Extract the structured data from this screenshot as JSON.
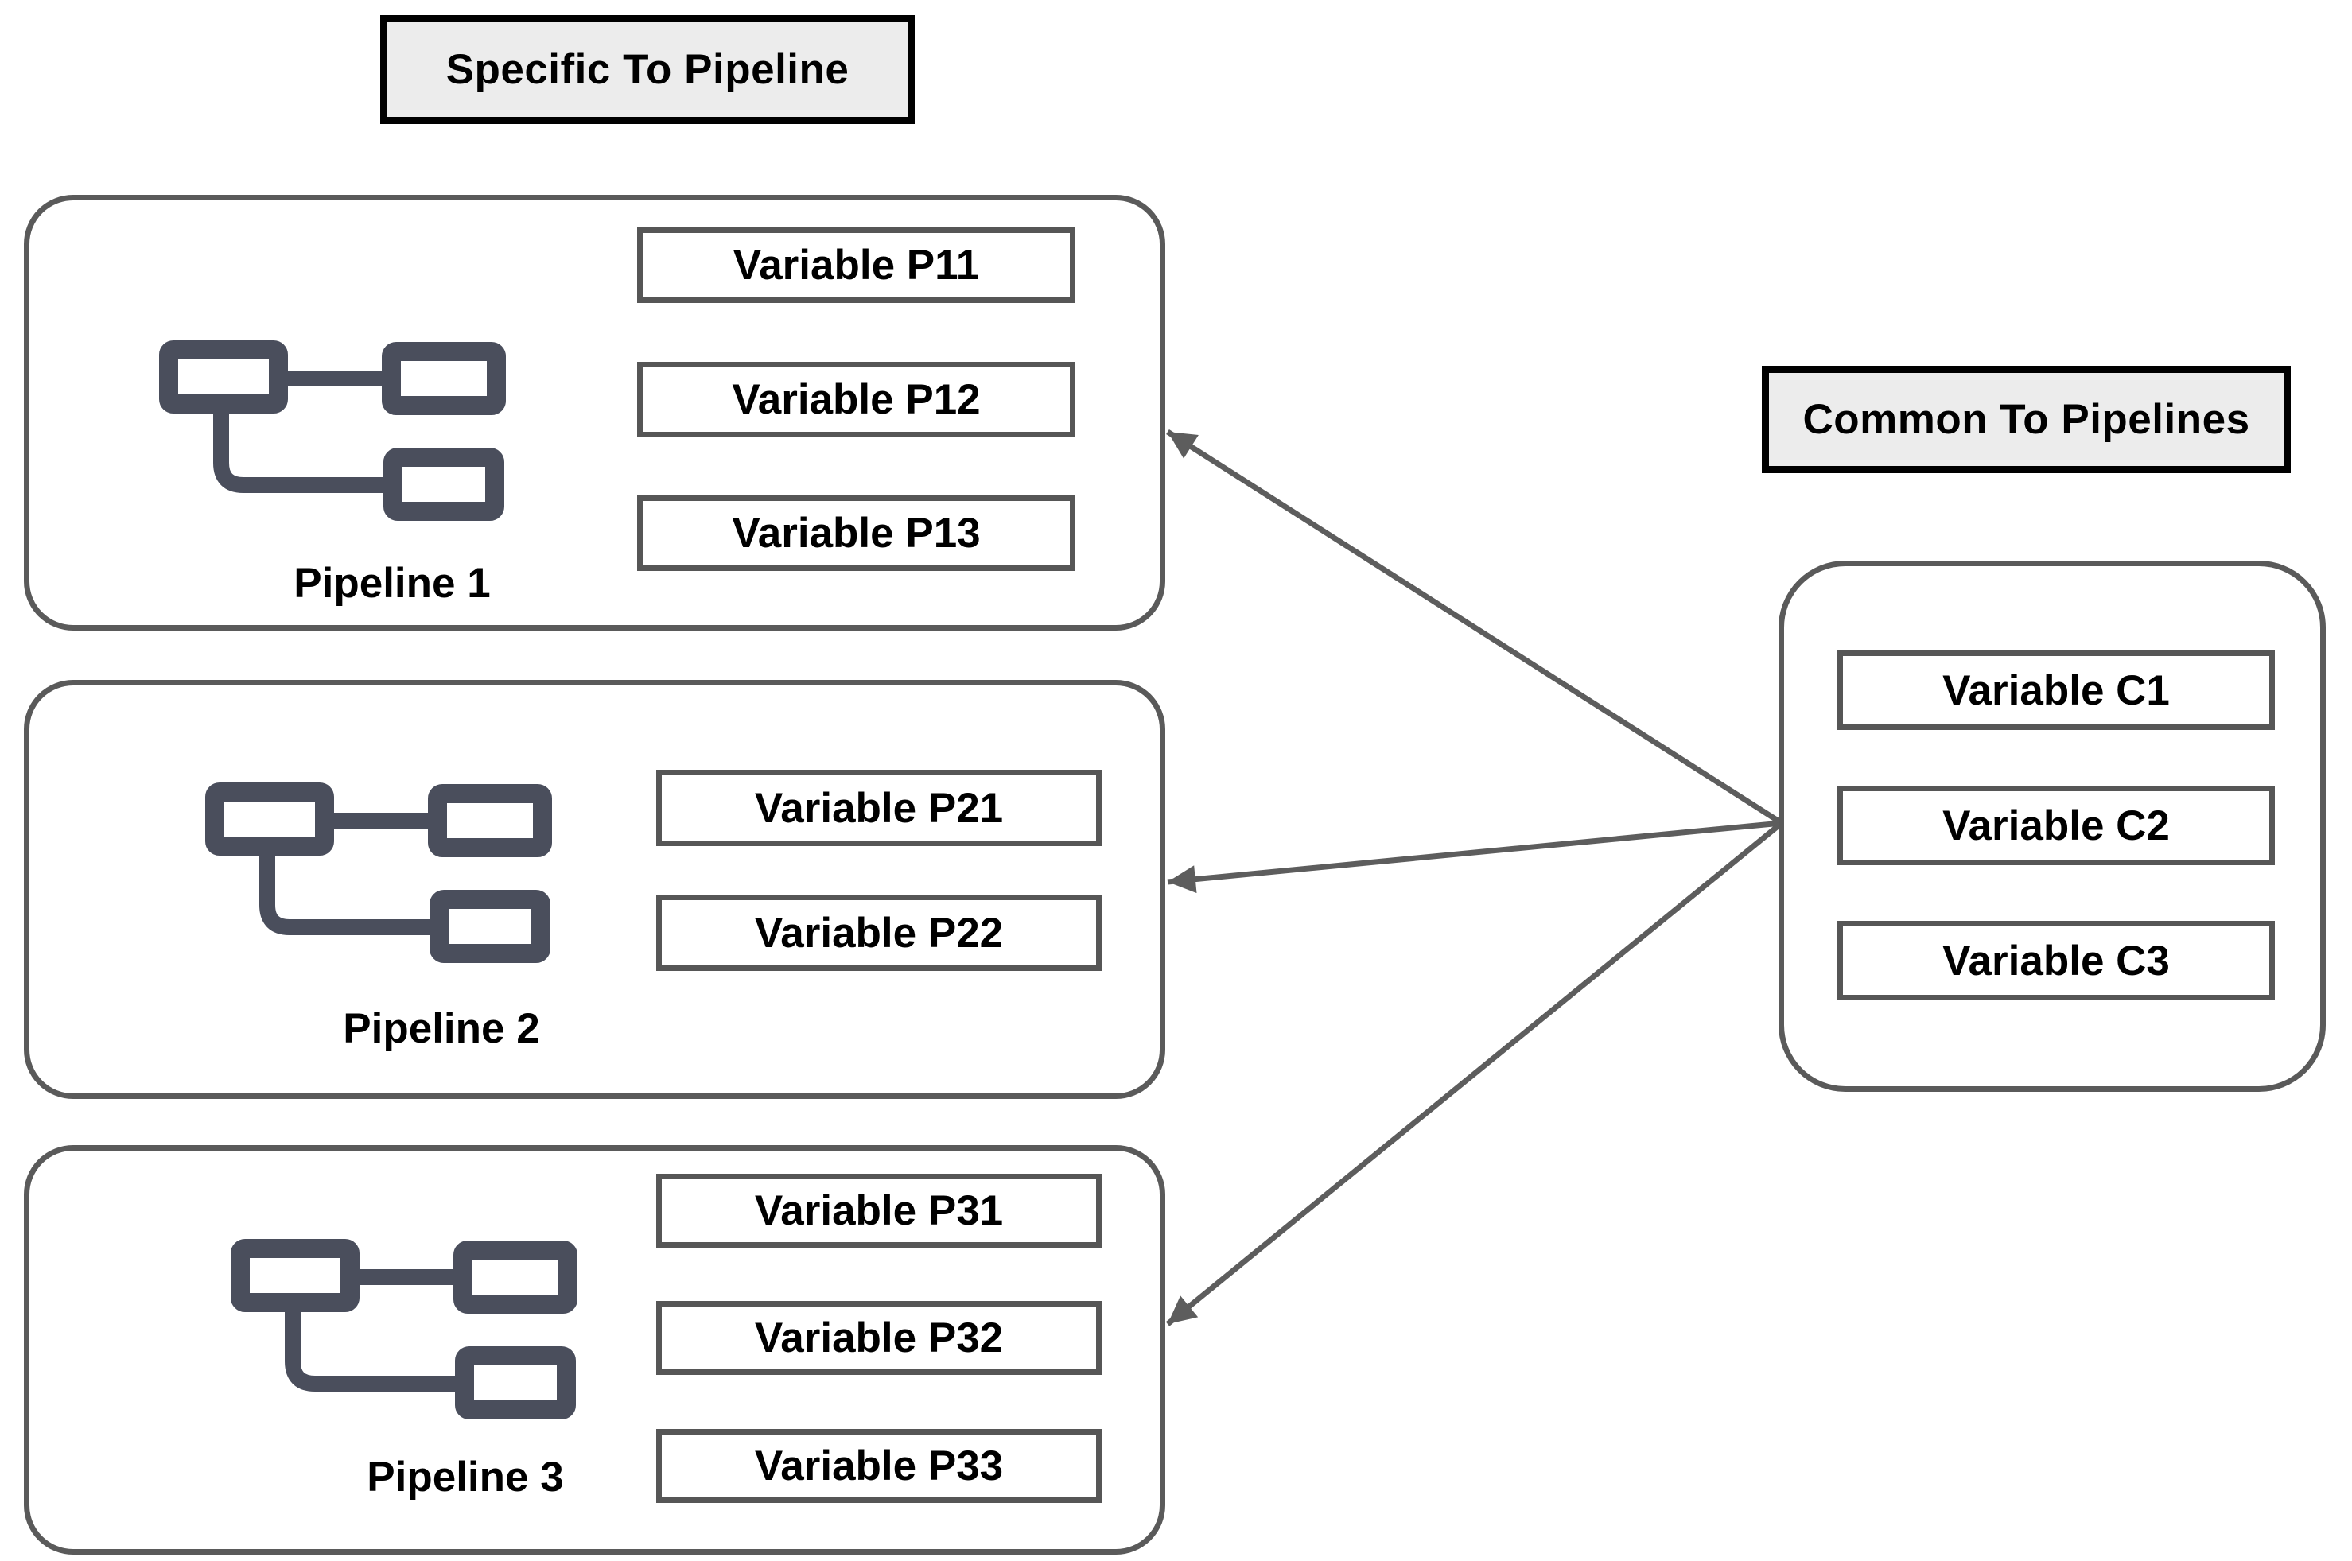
{
  "diagram": {
    "left_group_title": "Specific To Pipeline",
    "right_group_title": "Common To Pipelines",
    "pipelines": [
      {
        "label": "Pipeline 1",
        "variables": [
          "Variable P11",
          "Variable P12",
          "Variable P13"
        ]
      },
      {
        "label": "Pipeline 2",
        "variables": [
          "Variable P21",
          "Variable P22"
        ]
      },
      {
        "label": "Pipeline 3",
        "variables": [
          "Variable P31",
          "Variable P32",
          "Variable P33"
        ]
      }
    ],
    "common": {
      "variables": [
        "Variable C1",
        "Variable C2",
        "Variable C3"
      ]
    },
    "connections": [
      {
        "from": "common-variables",
        "to": "Pipeline 1"
      },
      {
        "from": "common-variables",
        "to": "Pipeline 2"
      },
      {
        "from": "common-variables",
        "to": "Pipeline 3"
      }
    ],
    "icons": {
      "pipeline": "flowchart-icon"
    },
    "colors": {
      "container_border": "#5a5a5a",
      "box_border": "#565656",
      "title_fill": "#ececec",
      "title_border": "#000000",
      "icon": "#4a4e5c",
      "arrow": "#5d5d5d",
      "text": "#000000",
      "background": "#ffffff"
    }
  }
}
